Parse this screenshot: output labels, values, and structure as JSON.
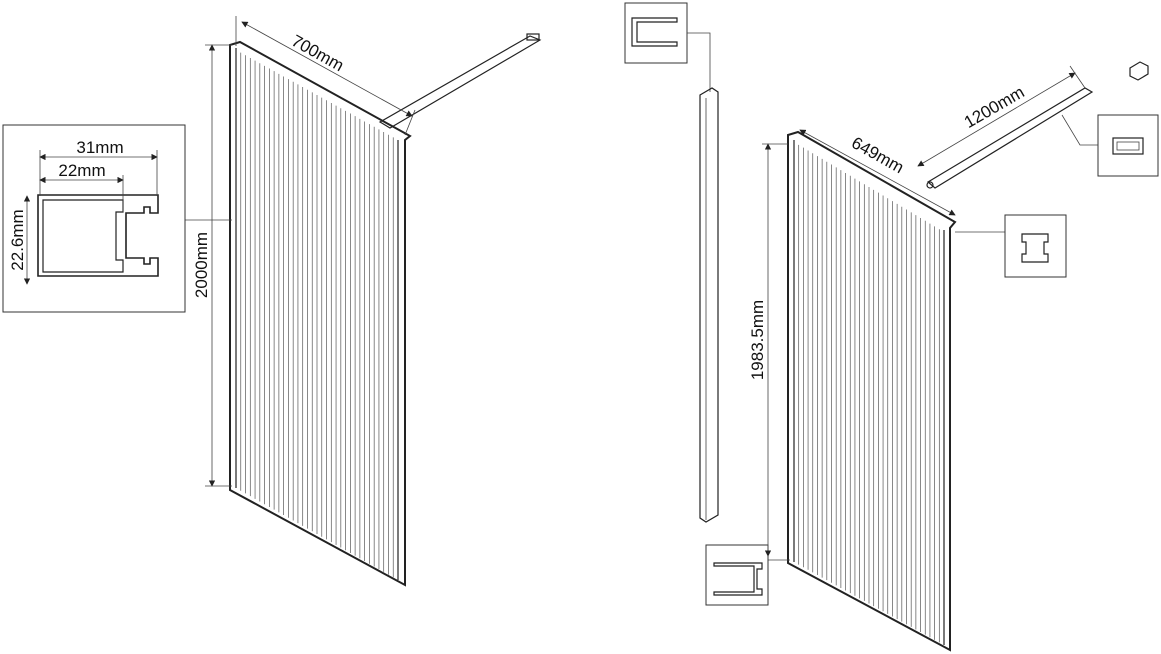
{
  "left_assembly": {
    "width_label": "700mm",
    "height_label": "2000mm",
    "profile_inset": {
      "outer_width_label": "31mm",
      "inner_width_label": "22mm",
      "depth_label": "22.6mm"
    }
  },
  "right_assembly": {
    "arm_length_label": "1200mm",
    "width_label": "649mm",
    "height_label": "1983.5mm"
  }
}
